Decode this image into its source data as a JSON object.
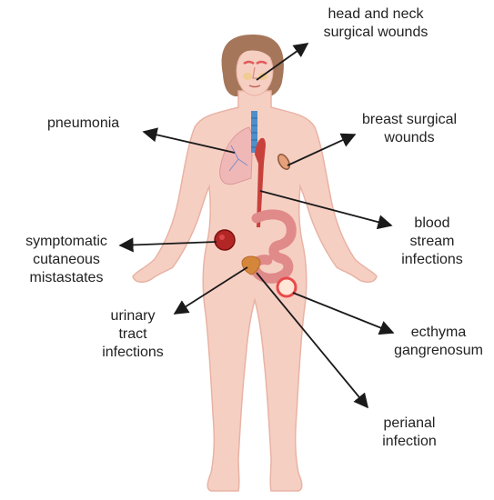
{
  "labels": {
    "head_neck": [
      "head and neck",
      "surgical wounds"
    ],
    "pneumonia": [
      "pneumonia"
    ],
    "breast": [
      "breast surgical",
      "wounds"
    ],
    "blood": [
      "blood",
      "stream",
      "infections"
    ],
    "cutaneous": [
      "symptomatic",
      "cutaneous",
      "mistastates"
    ],
    "urinary": [
      "urinary",
      "tract",
      "infections"
    ],
    "ecthyma": [
      "ecthyma",
      "gangrenosum"
    ],
    "perianal": [
      "perianal",
      "infection"
    ]
  },
  "colors": {
    "skin": "#f6cfc3",
    "skin_outline": "#e8b3a4",
    "hair": "#a5765a",
    "lung": "#f0b7b7",
    "aorta": "#c8413b",
    "trachea": "#4f8fc9",
    "intestine": "#e08a8a",
    "lesion": "#b32626",
    "arrow": "#1a1a1a"
  }
}
